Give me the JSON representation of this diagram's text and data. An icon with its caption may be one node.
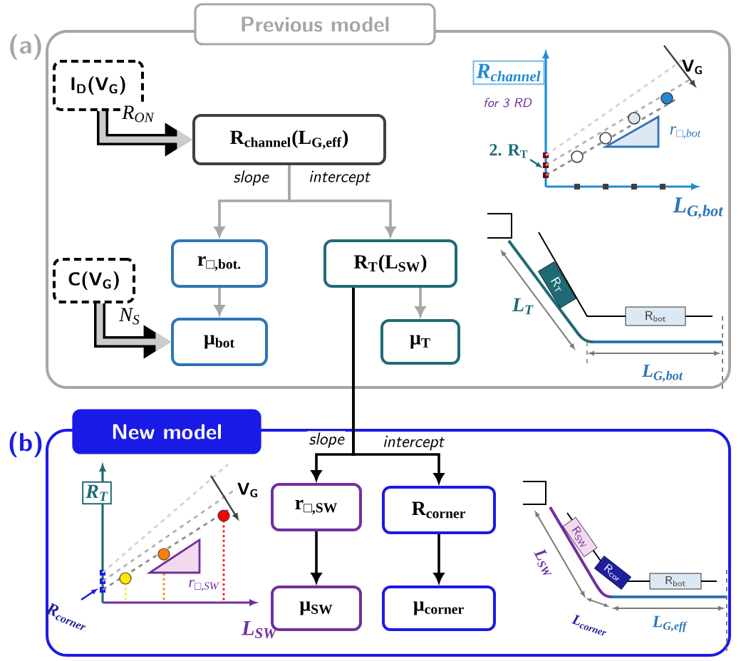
{
  "diagram": {
    "nodes": [
      {
        "text": [
          "Previous model"
        ]
      },
      {
        "text": [
          "I$_{D}$(V$_{G}$)"
        ],
        "in": 0
      },
      {
        "text": [
          "R$_{channel}$(L$_{G,eff}$)"
        ],
        "in": 0
      },
      {
        "text": [
          "r$_{□,bot.}$"
        ],
        "in": 0
      },
      {
        "text": [
          "R$_{T}$(L$_{SW}$)"
        ],
        "in": 0
      },
      {
        "text": [
          "C(V$_{G}$)"
        ],
        "in": 0
      },
      {
        "text": [
          "μ$_{bot}$"
        ],
        "in": 0
      },
      {
        "text": [
          "μ$_{T}$"
        ],
        "in": 0
      },
      {
        "text": [
          "New model"
        ]
      },
      {
        "text": [
          "r$_{□,SW}$"
        ],
        "in": 8
      },
      {
        "text": [
          "R$_{corner}$"
        ],
        "in": 8
      },
      {
        "text": [
          "μ$_{SW}$"
        ],
        "in": 8
      },
      {
        "text": [
          "μ$_{corner}$"
        ],
        "in": 8
      }
    ],
    "edges": [
      {
        "from": 1,
        "to": 2,
        "arrow": "to",
        "label": "R$_{ON}$",
        "style": "thick",
        "color": "#cccccc"
      },
      {
        "from": 2,
        "to": 3,
        "arrow": "to",
        "label": "slope",
        "color": "#a6a6a6"
      },
      {
        "from": 2,
        "to": 4,
        "arrow": "to",
        "label": "intercept",
        "color": "#a6a6a6"
      },
      {
        "from": 5,
        "to": 6,
        "arrow": "to",
        "label": "N$_{S}$",
        "style": "thick",
        "color": "#cccccc"
      },
      {
        "from": 3,
        "to": 6,
        "arrow": "to",
        "color": "#a6a6a6"
      },
      {
        "from": 4,
        "to": 7,
        "arrow": "to",
        "color": "#a6a6a6"
      },
      {
        "from": 4,
        "to": 9,
        "arrow": "to",
        "label": "slope",
        "color": "#000000"
      },
      {
        "from": 4,
        "to": 10,
        "arrow": "to",
        "label": "intercept",
        "color": "#000000"
      },
      {
        "from": 9,
        "to": 11,
        "arrow": "to",
        "color": "#000000"
      },
      {
        "from": 10,
        "to": 12,
        "arrow": "to",
        "color": "#000000"
      }
    ],
    "labels": [
      "(a)",
      "R$_{channel}$",
      "for 3 RD",
      "V$_{G}$",
      "2. R$_{T}$",
      "r$_{□,bot}$",
      "L$_{G,bot}$",
      "R$_{T}$",
      "R$_{bot}$",
      "L$_{T}$",
      "L$_{G,bot}$",
      "(b)",
      "R$_{T}$",
      "V$_{G}$",
      "r$_{□,SW}$",
      "R$_{corner}$",
      "L$_{SW}$",
      "R$_{SW}$",
      "R$_{cor}$",
      "R$_{bot}$",
      "L$_{SW}$",
      "L$_{corner}$",
      "L$_{G,eff}$"
    ]
  }
}
